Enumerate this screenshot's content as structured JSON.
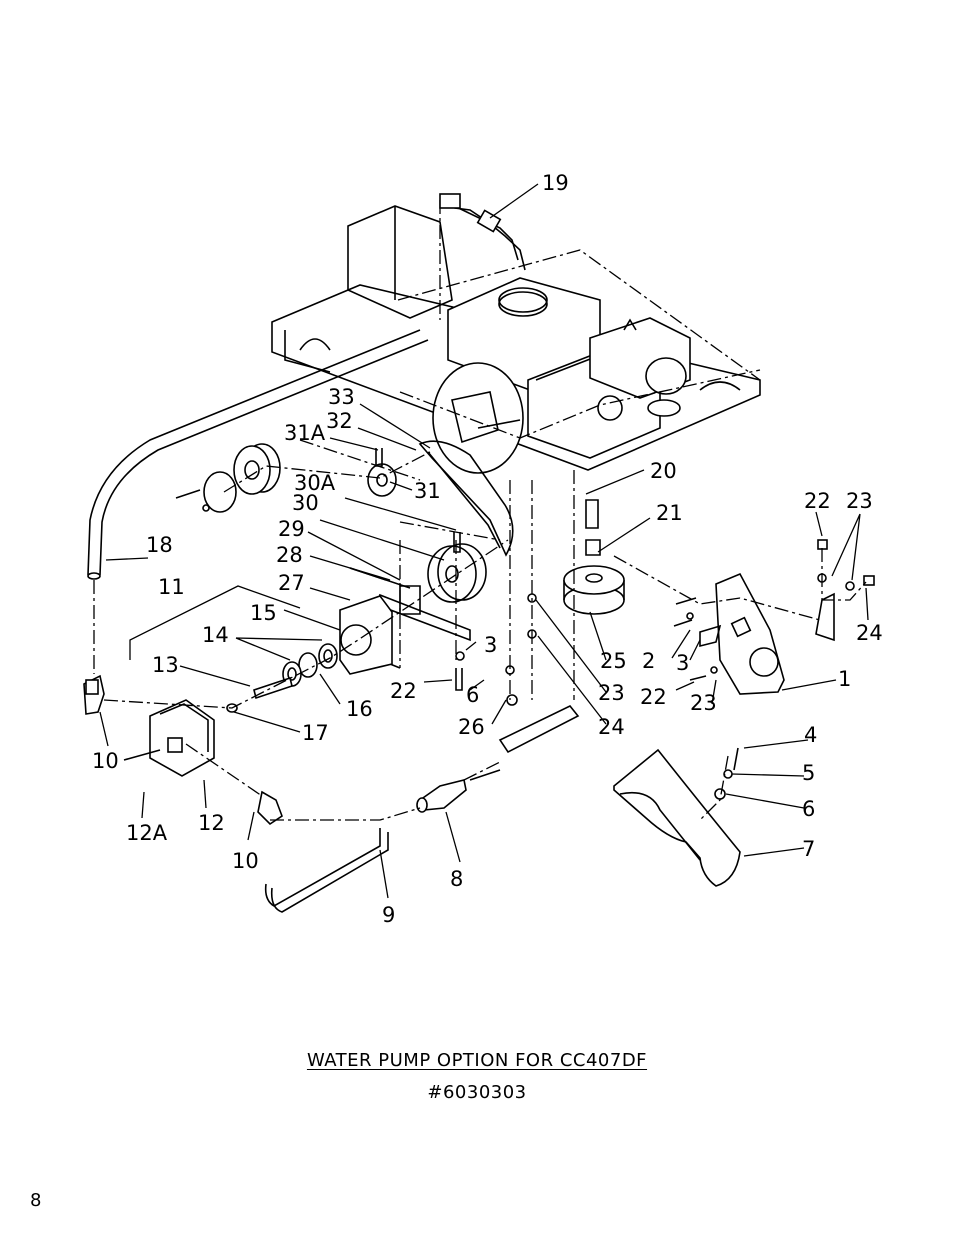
{
  "diagram": {
    "title": "WATER PUMP OPTION FOR CC407DF",
    "part_number": "#6030303",
    "callouts": [
      "19",
      "33",
      "32",
      "31A",
      "31",
      "30A",
      "30",
      "29",
      "28",
      "27",
      "20",
      "21",
      "22",
      "23",
      "24",
      "18",
      "11",
      "15",
      "14",
      "3",
      "13",
      "16",
      "22",
      "6",
      "26",
      "25",
      "2",
      "3",
      "22",
      "23",
      "1",
      "23",
      "24",
      "10",
      "17",
      "12A",
      "12",
      "10",
      "9",
      "8",
      "4",
      "5",
      "6",
      "7"
    ]
  },
  "page": {
    "number": "8"
  }
}
